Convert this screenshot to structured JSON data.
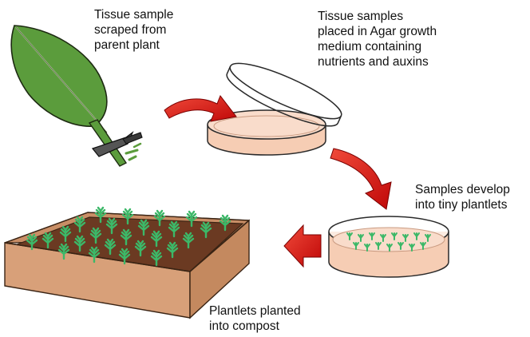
{
  "captions": {
    "step1": "Tissue sample\nscraped from\nparent plant",
    "step2": "Tissue samples\nplaced in Agar growth\nmedium containing\nnutrients and auxins",
    "step3": "Samples develop\ninto tiny plantlets",
    "step4": "Plantlets planted\ninto compost"
  },
  "colors": {
    "leaf": "#5b9c3c",
    "agar": "#f6cdb4",
    "arrow": "#e01010",
    "box_side": "#d8a079",
    "soil": "#6b3a22",
    "plantlet": "#3cb868"
  },
  "icons": {
    "leaf": "leaf-icon",
    "scalpel": "scalpel-icon",
    "dish": "petri-dish-icon",
    "tray": "compost-tray-icon",
    "arrow": "process-arrow-icon"
  }
}
